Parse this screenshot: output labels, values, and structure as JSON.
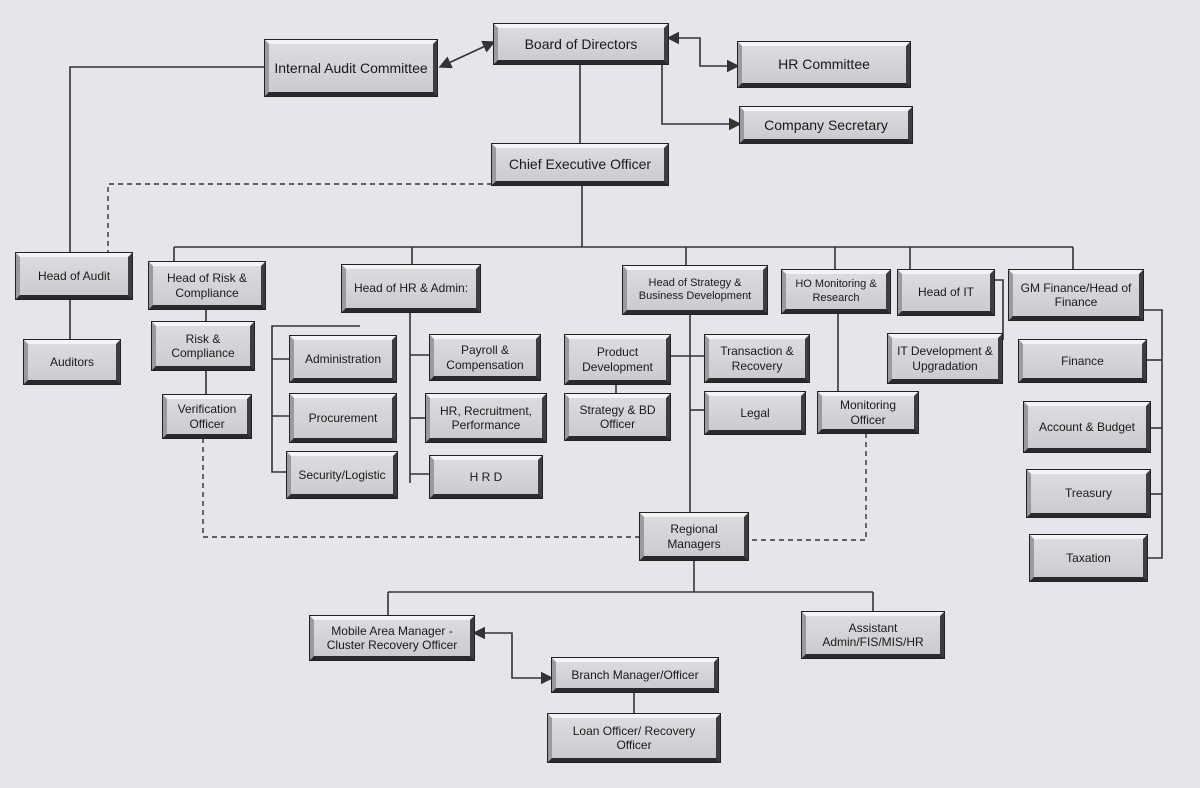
{
  "nodes": {
    "board": "Board of Directors",
    "internal_audit": "Internal Audit Committee",
    "hr_committee": "HR Committee",
    "company_secretary": "Company Secretary",
    "ceo": "Chief Executive Officer",
    "head_audit": "Head of Audit",
    "auditors": "Auditors",
    "head_risk": "Head of Risk & Compliance",
    "risk_compliance": "Risk & Compliance",
    "verification_officer": "Verification Officer",
    "head_hr": "Head of HR & Admin:",
    "administration": "Administration",
    "procurement": "Procurement",
    "security": "Security/Logistic",
    "payroll": "Payroll & Compensation",
    "hr_recruitment": "HR, Recruitment, Performance",
    "hrd": "H R D",
    "head_strategy": "Head of Strategy & Business Development",
    "product_dev": "Product Development",
    "strategy_bd": "Strategy & BD Officer",
    "transaction": "Transaction & Recovery",
    "legal": "Legal",
    "ho_monitoring": "HO Monitoring & Research",
    "monitoring_officer": "Monitoring Officer",
    "head_it": "Head of IT",
    "it_dev": "IT Development & Upgradation",
    "gm_finance": "GM Finance/Head of Finance",
    "finance": "Finance",
    "account_budget": "Account & Budget",
    "treasury": "Treasury",
    "taxation": "Taxation",
    "regional_managers": "Regional Managers",
    "mobile_area": "Mobile Area Manager - Cluster Recovery Officer",
    "assistant": "Assistant Admin/FIS/MIS/HR",
    "branch_manager": "Branch Manager/Officer",
    "loan_officer": "Loan Officer/ Recovery Officer"
  },
  "colors": {
    "background": "#e6e5ec",
    "box_fill": "#d4d4d8",
    "line": "#333333"
  }
}
